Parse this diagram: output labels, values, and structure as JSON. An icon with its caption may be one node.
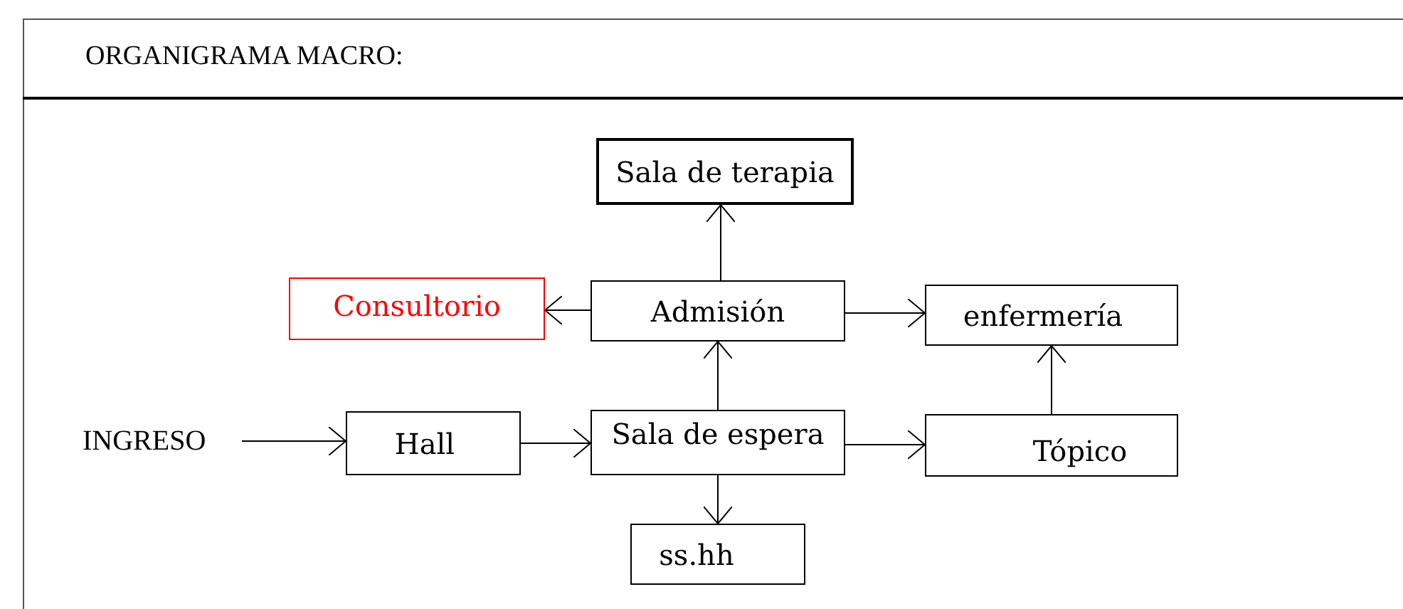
{
  "diagram": {
    "title": "ORGANIGRAMA MACRO:",
    "nodes": [
      {
        "text": [
          "Sala de terapia"
        ]
      },
      {
        "text": [
          "Consultorio"
        ]
      },
      {
        "text": [
          "Admisión"
        ]
      },
      {
        "text": [
          "enfermería"
        ]
      },
      {
        "text": [
          "INGRESO"
        ]
      },
      {
        "text": [
          "Hall"
        ]
      },
      {
        "text": [
          "Sala de espera"
        ]
      },
      {
        "text": [
          "Tópico"
        ]
      },
      {
        "text": [
          "ss.hh"
        ]
      }
    ],
    "edges": [
      {
        "from": 4,
        "to": 5,
        "arrow": "to"
      },
      {
        "from": 5,
        "to": 6,
        "arrow": "to"
      },
      {
        "from": 6,
        "to": 2,
        "arrow": "to"
      },
      {
        "from": 6,
        "to": 8,
        "arrow": "to"
      },
      {
        "from": 6,
        "to": 7,
        "arrow": "to"
      },
      {
        "from": 2,
        "to": 0,
        "arrow": "to"
      },
      {
        "from": 2,
        "to": 1,
        "arrow": "to"
      },
      {
        "from": 2,
        "to": 3,
        "arrow": "to"
      },
      {
        "from": 7,
        "to": 3,
        "arrow": "to"
      }
    ]
  }
}
